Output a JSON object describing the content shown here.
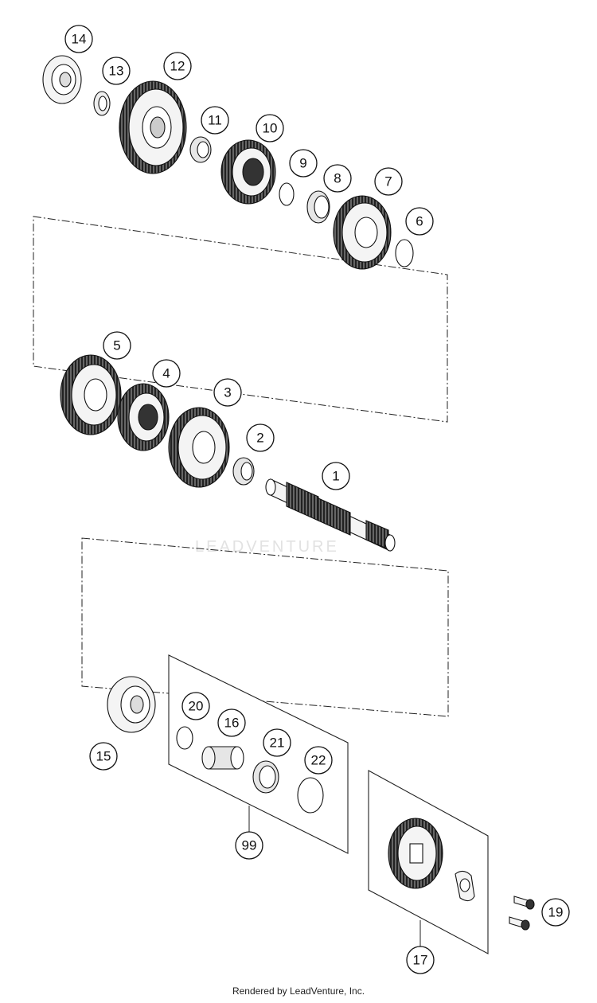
{
  "watermark_text": "LEADVENTURE",
  "footer_text": "Rendered by LeadVenture, Inc.",
  "callouts": {
    "c1": "1",
    "c2": "2",
    "c3": "3",
    "c4": "4",
    "c5": "5",
    "c6": "6",
    "c7": "7",
    "c8": "8",
    "c9": "9",
    "c10": "10",
    "c11": "11",
    "c12": "12",
    "c13": "13",
    "c14": "14",
    "c15": "15",
    "c16": "16",
    "c17": "17",
    "c19": "19",
    "c20": "20",
    "c21": "21",
    "c22": "22",
    "c99": "99"
  },
  "colors": {
    "line": "#111111",
    "gear_fill": "#f4f4f4",
    "gear_dark": "#222222",
    "watermark": "#e2e2e2"
  }
}
